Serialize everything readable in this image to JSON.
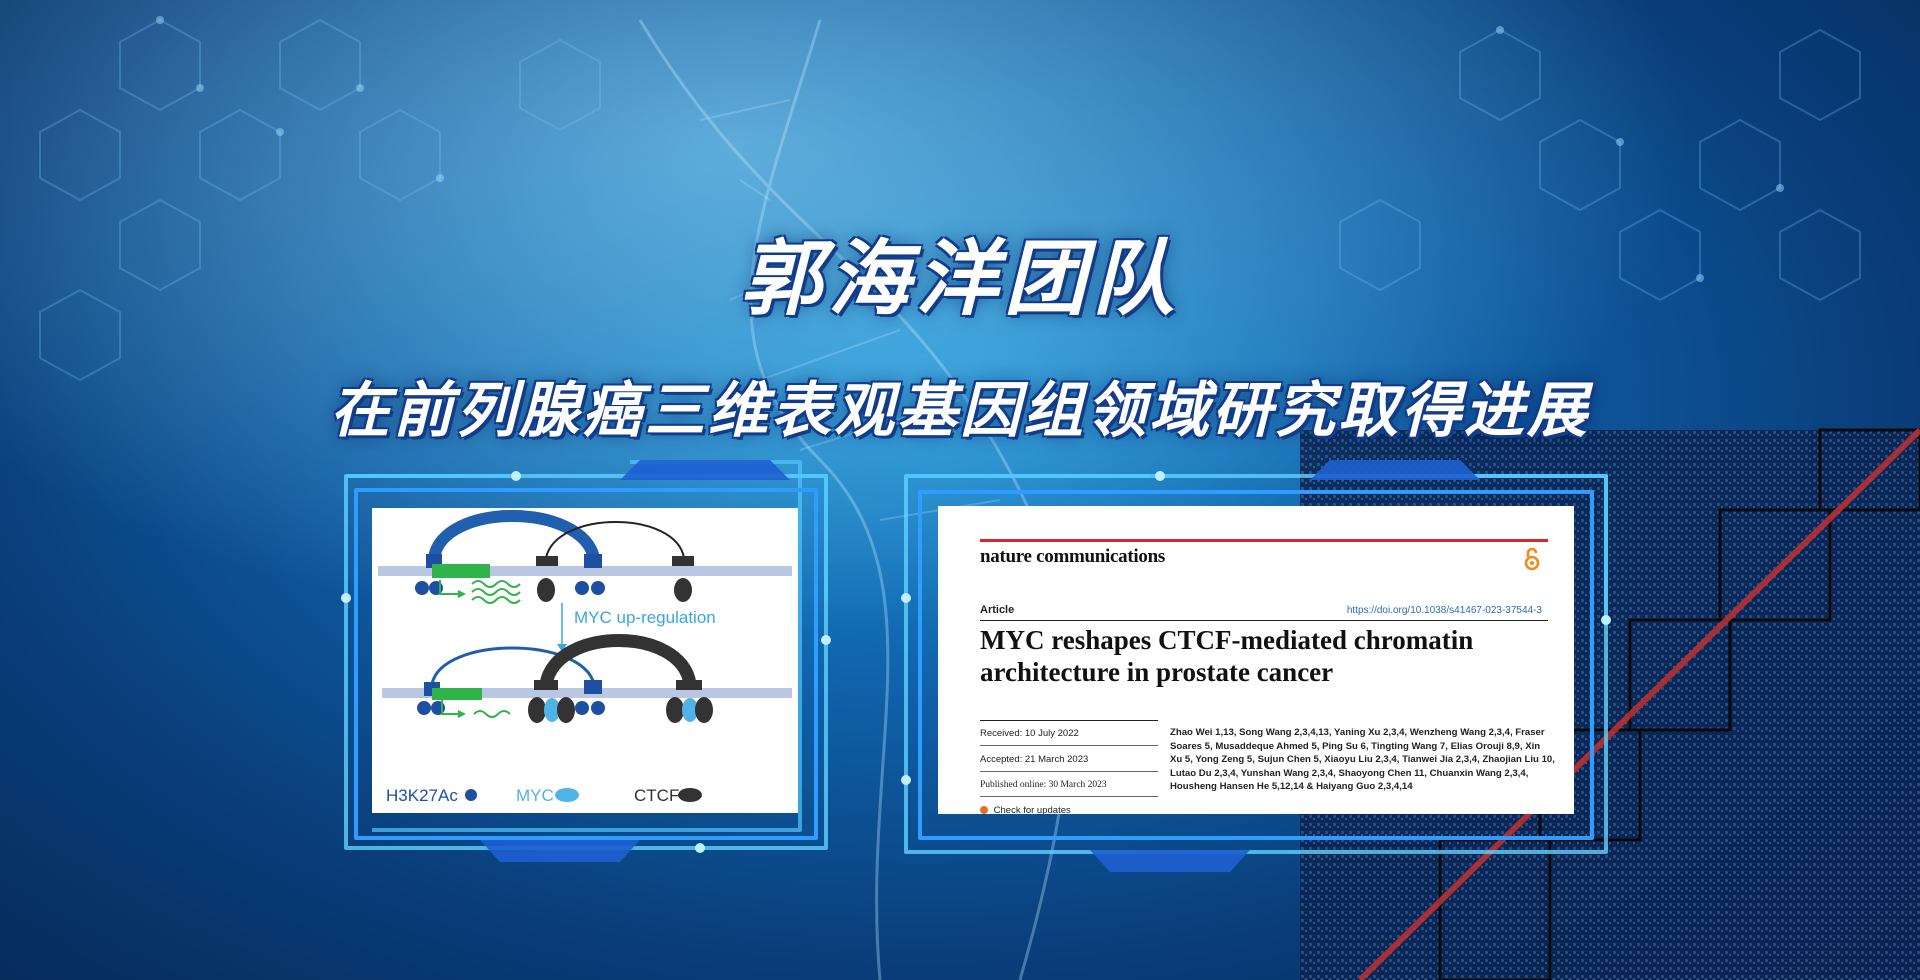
{
  "banner": {
    "title": "郭海洋团队",
    "subtitle": "在前列腺癌三维表观基因组领域研究取得进展"
  },
  "diagram": {
    "arrow_label": "MYC up-regulation",
    "legend": {
      "h3k27ac": "H3K27Ac",
      "myc": "MYC",
      "ctcf": "CTCF"
    },
    "colors": {
      "h3k27ac": "#1f4fa3",
      "myc": "#4fb3e6",
      "ctcf": "#333333",
      "loop_blue": "#1f5fad",
      "gene": "#2fb34a"
    }
  },
  "paper": {
    "journal": "nature communications",
    "article_type": "Article",
    "doi": "https://doi.org/10.1038/s41467-023-37544-3",
    "title": "MYC reshapes CTCF-mediated chromatin architecture in prostate cancer",
    "received": "Received: 10 July 2022",
    "accepted": "Accepted: 21 March 2023",
    "published": "Published online: 30 March 2023",
    "check_updates": "Check for updates",
    "authors": "Zhao Wei 1,13, Song Wang 2,3,4,13, Yaning Xu 2,3,4, Wenzheng Wang 2,3,4, Fraser Soares 5, Musaddeque Ahmed 5, Ping Su 6, Tingting Wang 7, Elias Orouji 8,9, Xin Xu 5, Yong Zeng 5, Sujun Chen 5, Xiaoyu Liu 2,3,4, Tianwei Jia 2,3,4, Zhaojian Liu 10, Lutao Du 2,3,4, Yunshan Wang 2,3,4, Shaoyong Chen 11, Chuanxin Wang 2,3,4, Housheng Hansen He 5,12,14 & Haiyang Guo 2,3,4,14"
  }
}
